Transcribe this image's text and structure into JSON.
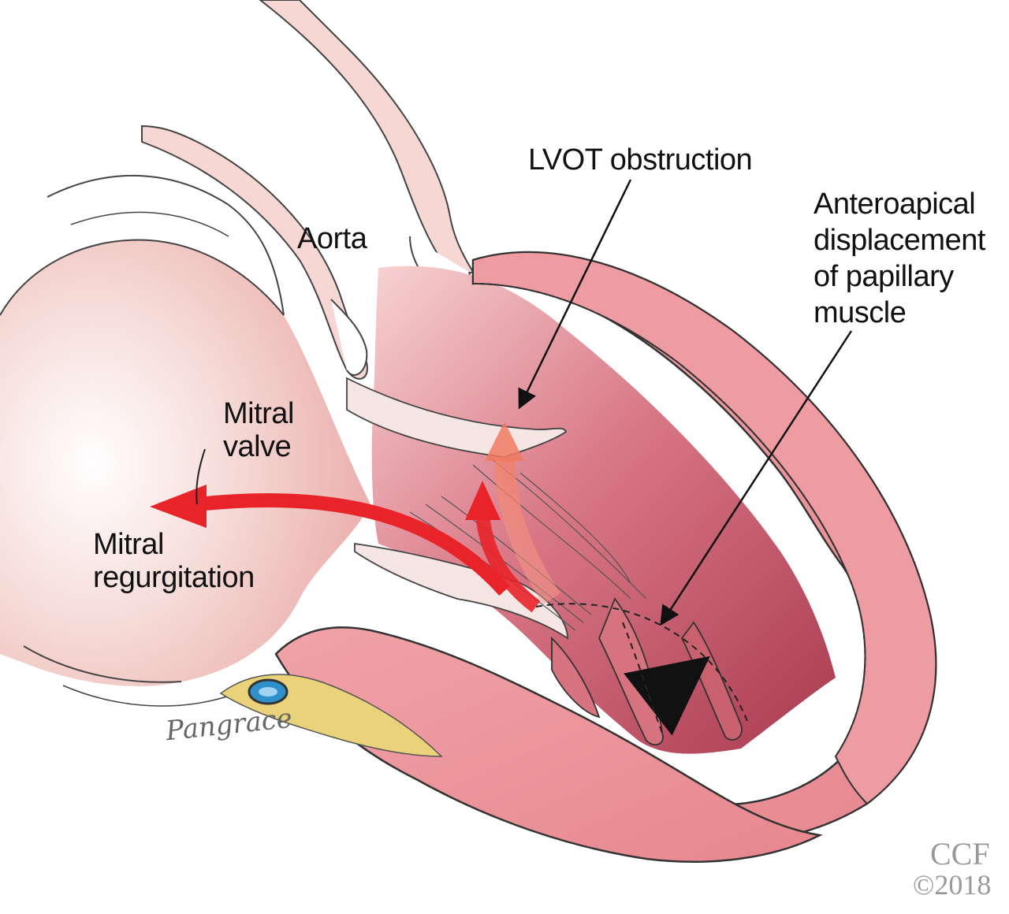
{
  "labels": {
    "lvot": "LVOT obstruction",
    "anteroapical": "Anteroapical\ndisplacement\nof papillary\nmuscle",
    "aorta": "Aorta",
    "mitral_valve": "Mitral\nvalve",
    "mitral_regurgitation": "Mitral\nregurgitation"
  },
  "credit": {
    "org": "CCF",
    "year": "©2018"
  },
  "signature": "Pangrace",
  "colors": {
    "myocardium": "#e9939a",
    "myocardium_dark": "#c9616e",
    "cavity": "#f3c3c6",
    "cavity_deep": "#b84a5c",
    "vessel": "#f6d7d3",
    "fat": "#e9d27a",
    "vessel_blue": "#2f8fc9",
    "flow_red": "#e8232a"
  }
}
